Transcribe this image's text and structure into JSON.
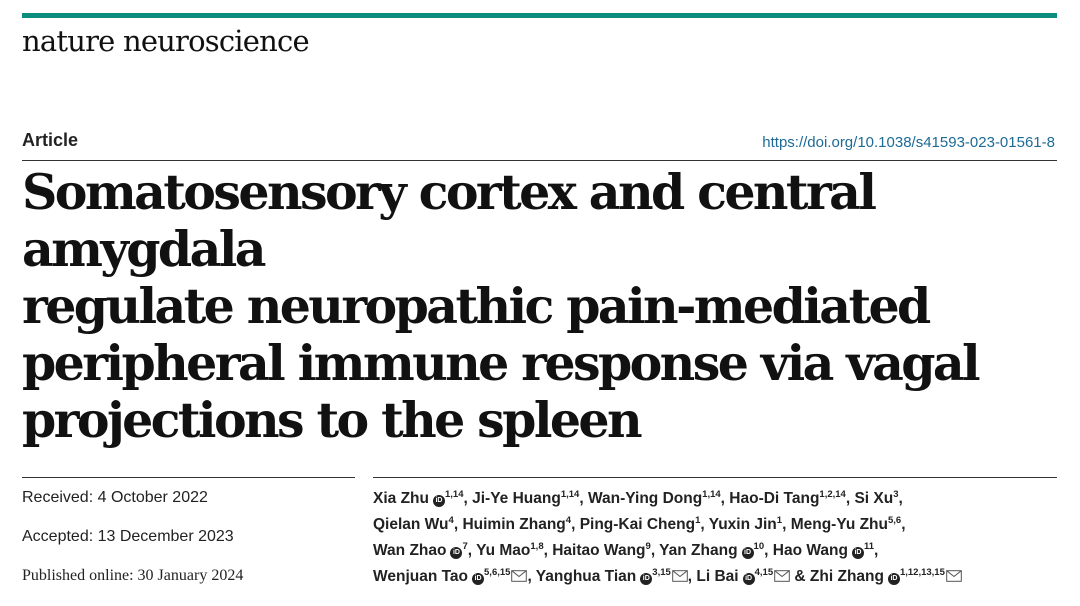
{
  "journal": {
    "name": "nature neuroscience"
  },
  "article": {
    "type": "Article",
    "doi": "https://doi.org/10.1038/s41593-023-01561-8",
    "title_lines": [
      "Somatosensory cortex and central amygdala",
      "regulate neuropathic pain-mediated",
      "peripheral immune response via vagal",
      "projections to the spleen"
    ]
  },
  "dates": {
    "received": "Received: 4 October 2022",
    "accepted": "Accepted: 13 December 2023",
    "published": "Published online: 30 January 2024"
  },
  "authors": [
    [
      {
        "name": "Xia Zhu",
        "orcid": true,
        "sup": "1,14",
        "sep": ", "
      },
      {
        "name": "Ji-Ye Huang",
        "sup": "1,14",
        "sep": ", "
      },
      {
        "name": "Wan-Ying Dong",
        "sup": "1,14",
        "sep": ", "
      },
      {
        "name": "Hao-Di Tang",
        "sup": "1,2,14",
        "sep": ", "
      },
      {
        "name": "Si Xu",
        "sup": "3",
        "sep": ","
      }
    ],
    [
      {
        "name": "Qielan Wu",
        "sup": "4",
        "sep": ", "
      },
      {
        "name": "Huimin Zhang",
        "sup": "4",
        "sep": ", "
      },
      {
        "name": "Ping-Kai Cheng",
        "sup": "1",
        "sep": ", "
      },
      {
        "name": "Yuxin Jin",
        "sup": "1",
        "sep": ", "
      },
      {
        "name": "Meng-Yu Zhu",
        "sup": "5,6",
        "sep": ","
      }
    ],
    [
      {
        "name": "Wan Zhao",
        "orcid": true,
        "sup": "7",
        "sep": ", "
      },
      {
        "name": "Yu Mao",
        "sup": "1,8",
        "sep": ", "
      },
      {
        "name": "Haitao Wang",
        "sup": "9",
        "sep": ", "
      },
      {
        "name": "Yan Zhang",
        "orcid": true,
        "sup": "10",
        "sep": ", "
      },
      {
        "name": "Hao Wang",
        "orcid": true,
        "sup": "11",
        "sep": ","
      }
    ],
    [
      {
        "name": "Wenjuan Tao",
        "orcid": true,
        "sup": "5,6,15",
        "mail": true,
        "sep": ", "
      },
      {
        "name": "Yanghua Tian",
        "orcid": true,
        "sup": "3,15",
        "mail": true,
        "sep": ", "
      },
      {
        "name": "Li Bai",
        "orcid": true,
        "sup": "4,15",
        "mail": true,
        "sep": " "
      },
      {
        "prefix": "& ",
        "name": "Zhi Zhang",
        "orcid": true,
        "sup": "1,12,13,15",
        "mail": true,
        "sep": ""
      }
    ]
  ],
  "icons": {
    "orcid": "orcid-icon",
    "mail": "envelope-icon"
  },
  "colors": {
    "accent_bar": "#0b8e7e",
    "doi_link": "#1d6a96"
  }
}
